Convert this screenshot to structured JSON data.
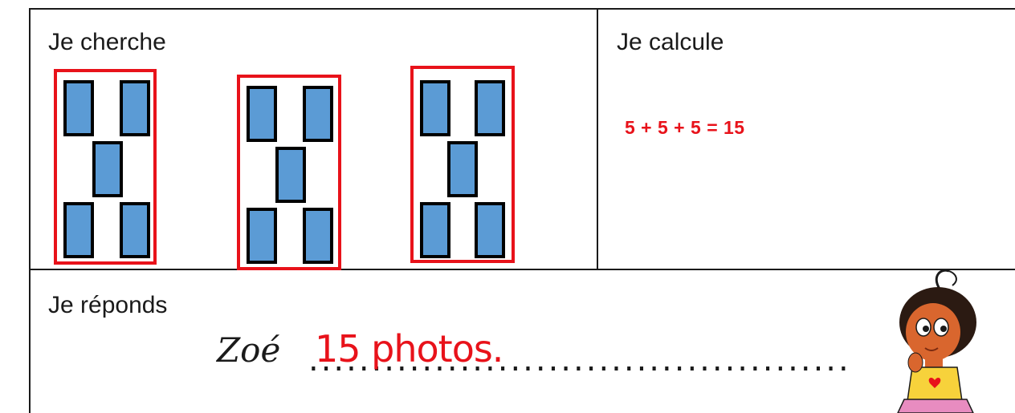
{
  "sections": {
    "search": {
      "heading": "Je cherche"
    },
    "calc": {
      "heading": "Je calcule",
      "expression": "5 + 5 + 5 = 15"
    },
    "answer": {
      "heading": "Je réponds",
      "name": "Zoé",
      "value": "15 photos.",
      "dots": "..........................................."
    }
  },
  "groups": [
    {
      "count": 5,
      "pattern": "dice-five"
    },
    {
      "count": 5,
      "pattern": "dice-five"
    },
    {
      "count": 5,
      "pattern": "dice-five"
    }
  ],
  "colors": {
    "rect_fill": "#5b9bd5",
    "group_border": "#e8121a",
    "answer_text": "#e8121a"
  },
  "illustration": {
    "icon": "girl-thinking-icon"
  }
}
